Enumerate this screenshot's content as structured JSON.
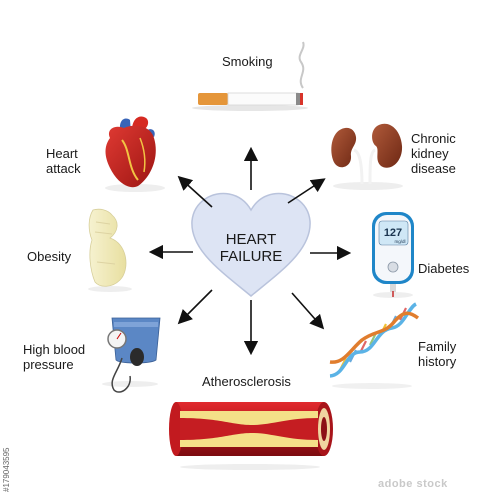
{
  "center": {
    "line1": "HEART",
    "line2": "FAILURE"
  },
  "factors": [
    {
      "id": "smoking",
      "label_lines": [
        "Smoking"
      ],
      "icon": "cigarette-icon"
    },
    {
      "id": "ckd",
      "label_lines": [
        "Chronic",
        "kidney",
        "disease"
      ],
      "icon": "kidneys-icon"
    },
    {
      "id": "diabetes",
      "label_lines": [
        "Diabetes"
      ],
      "icon": "glucose-meter-icon"
    },
    {
      "id": "family",
      "label_lines": [
        "Family",
        "history"
      ],
      "icon": "dna-icon"
    },
    {
      "id": "athero",
      "label_lines": [
        "Atherosclerosis"
      ],
      "icon": "artery-icon"
    },
    {
      "id": "bp",
      "label_lines": [
        "High blood",
        "pressure"
      ],
      "icon": "blood-pressure-cuff-icon"
    },
    {
      "id": "obesity",
      "label_lines": [
        "Obesity"
      ],
      "icon": "obese-body-icon"
    },
    {
      "id": "heart_attack",
      "label_lines": [
        "Heart",
        "attack"
      ],
      "icon": "heart-organ-icon"
    }
  ],
  "glucose_meter": {
    "value": "127",
    "unit": "mg/dl"
  },
  "stock_id": "#179043595",
  "watermark": "adobe stock",
  "colors": {
    "center_shape": "#dde4f4",
    "center_border": "#b9c3dc",
    "arrow": "#111111",
    "artery_red": "#c4161c",
    "plaque_yellow": "#f4e088",
    "heart_red": "#c9221f",
    "meter_blue": "#1f86c8",
    "cuff_blue": "#5b87c5"
  }
}
